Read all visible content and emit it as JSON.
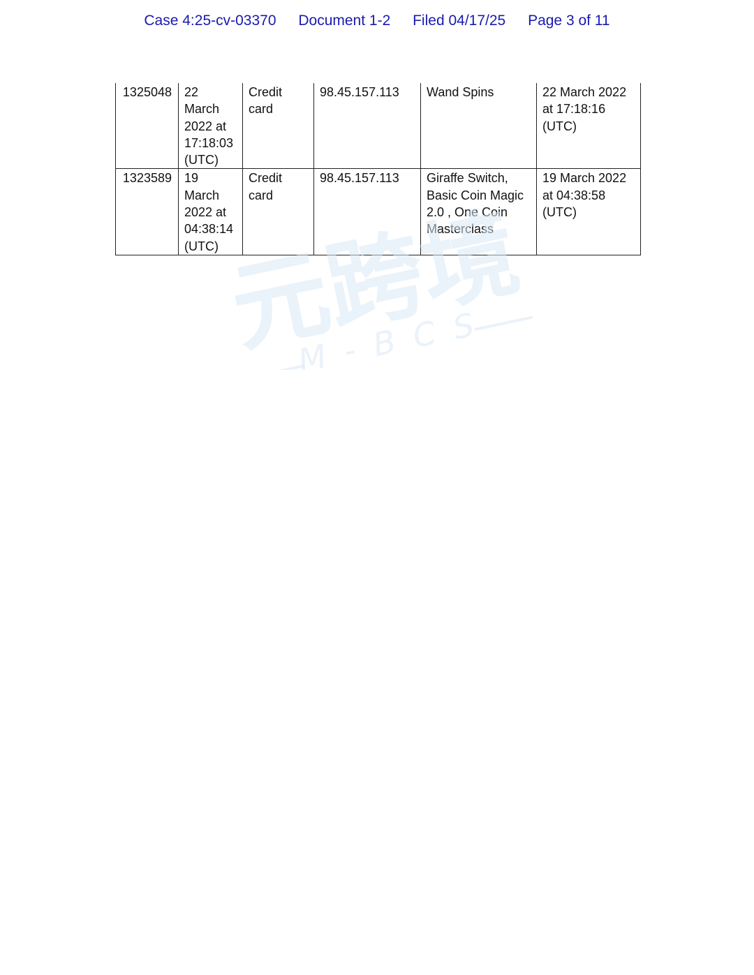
{
  "header": {
    "case": "Case 4:25-cv-03370",
    "document": "Document 1-2",
    "filed": "Filed 04/17/25",
    "page": "Page 3 of 11"
  },
  "table": {
    "rows": [
      {
        "id": "1325048",
        "date": "22 March 2022 at 17:18:03 (UTC)",
        "payment": "Credit card",
        "ip": "98.45.157.113",
        "product": "Wand Spins",
        "accessed": "22 March 2022 at 17:18:16 (UTC)"
      },
      {
        "id": "1323589",
        "date": "19 March 2022 at 04:38:14 (UTC)",
        "payment": "Credit card",
        "ip": "98.45.157.113",
        "product": "Giraffe Switch, Basic Coin Magic 2.0 , One Coin Masterclass",
        "accessed": "19 March 2022 at 04:38:58 (UTC)"
      }
    ]
  },
  "watermark": {
    "main": "元跨境",
    "sub": "M - B C S",
    "color": "#d8e8f5"
  }
}
